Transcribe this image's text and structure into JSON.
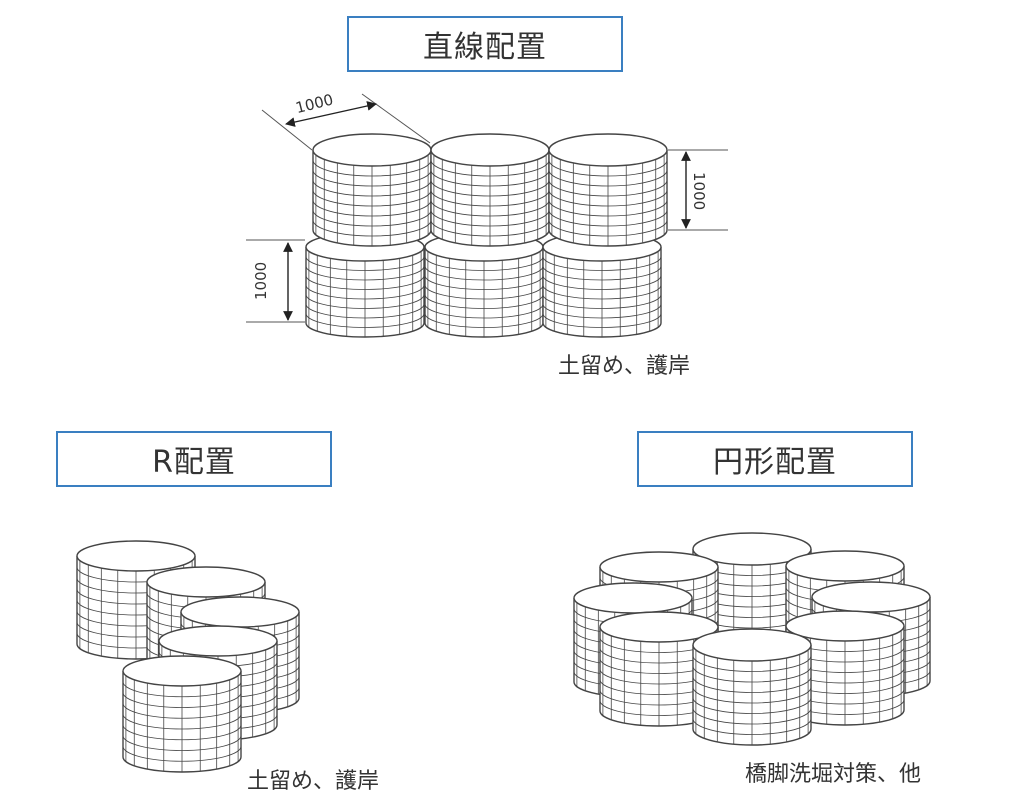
{
  "titles": {
    "linear": "直線配置",
    "r": "R配置",
    "circular": "円形配置"
  },
  "captions": {
    "linear": "土留め、護岸",
    "r": "土留め、護岸",
    "circular": "橋脚洗堀対策、他"
  },
  "dimensions": {
    "top_width": "1000",
    "right_height": "1000",
    "left_height": "1000"
  },
  "colors": {
    "box_border": "#3a7fc1",
    "line": "#444444",
    "text": "#333333"
  }
}
